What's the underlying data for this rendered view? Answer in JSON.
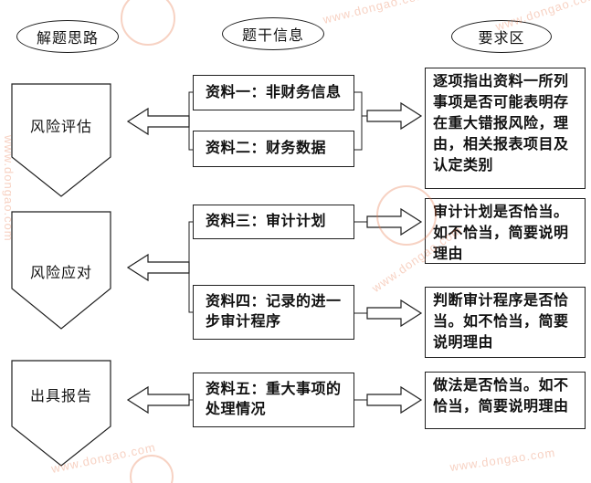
{
  "headers": {
    "left": "解题思路",
    "middle": "题干信息",
    "right": "要求区"
  },
  "stages": [
    "风险评估",
    "风险应对",
    "出具报告"
  ],
  "materials": [
    "资料一：非财务信息",
    "资料二：财务数据",
    "资料三：审计计划",
    "资料四：记录的进一步审计程序",
    "资料五：重大事项的处理情况"
  ],
  "requirements": [
    "逐项指出资料一所列事项是否可能表明存在重大错报风险，理由，相关报表项目及认定类别",
    "审计计划是否恰当。如不恰当，简要说明理由",
    "判断审计程序是否恰当。如不恰当，简要说明理由",
    "做法是否恰当。如不恰当，简要说明理由"
  ],
  "watermark": {
    "text": "www.dongao.com",
    "color": "#e8764a"
  }
}
